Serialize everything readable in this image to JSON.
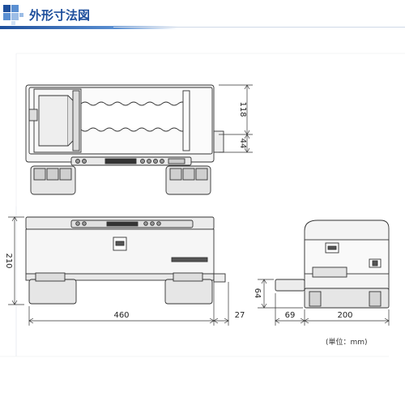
{
  "header": {
    "title": "外形寸法図",
    "accent_color": "#1e4f9c",
    "decoration": "blue-squares-icon"
  },
  "dimensions": {
    "top_view": {
      "height_upper": "118",
      "height_lower": "44"
    },
    "front_view": {
      "height": "210",
      "width": "460",
      "offset": "27"
    },
    "side_view": {
      "tray_height": "64",
      "tray_depth": "69",
      "depth": "200"
    }
  },
  "unit_note": "(単位：mm)"
}
